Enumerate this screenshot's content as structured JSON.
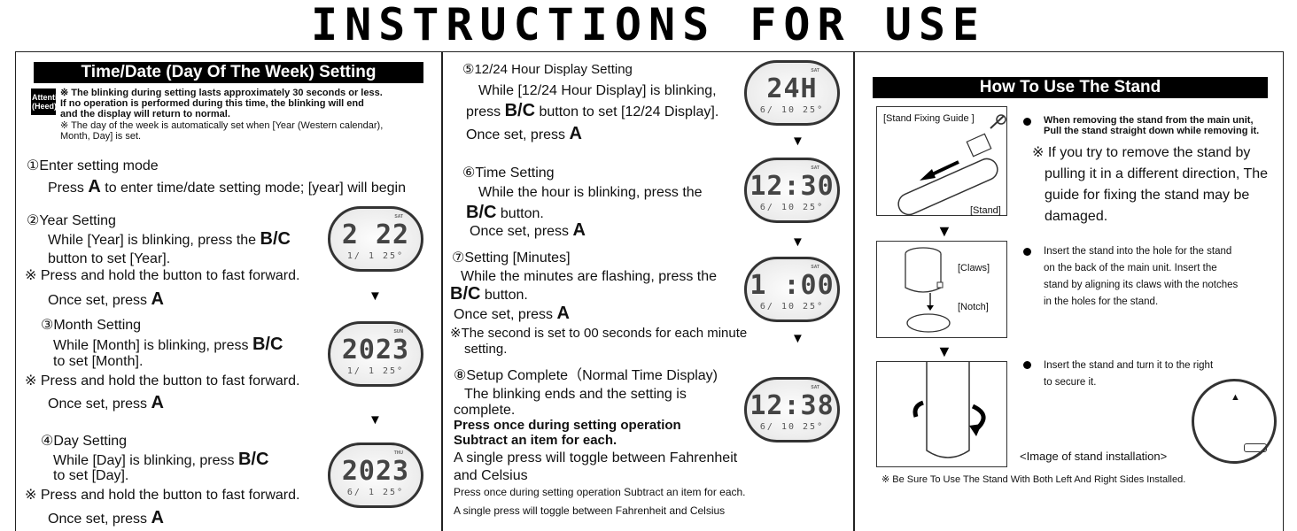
{
  "title": "INSTRUCTIONS FOR USE",
  "left": {
    "heading": "Time/Date (Day Of The Week) Setting",
    "attention_badge": "Attention (Heed)",
    "attention_line1": "※ The blinking during setting lasts approximately 30 seconds or less.",
    "attention_line2": "If no operation is performed during this time, the blinking will end",
    "attention_line3": "and the display will return to normal.",
    "attention_line4": "※ The day of the week is automatically set when [Year (Western calendar),",
    "attention_line5": "Month, Day] is set.",
    "s1_title": "①Enter setting mode",
    "s1_text_a": "Press",
    "s1_key": "A",
    "s1_text_b": "to enter time/date setting mode; [year] will begin",
    "s2_title": "②Year Setting",
    "s2_line1": "While [Year] is blinking, press the",
    "s2_key": "B/C",
    "s2_line2": "button to set [Year].",
    "s2_note": "※ Press and hold the button to fast forward.",
    "s2_once": "Once set, press",
    "s2_once_key": "A",
    "s3_title": "③Month Setting",
    "s3_line1": "While [Month] is blinking, press",
    "s3_key": "B/C",
    "s3_line2": "to set [Month].",
    "s3_note": "※ Press and hold the button to fast forward.",
    "s3_once": "Once set, press",
    "s3_once_key": "A",
    "s4_title": "④Day Setting",
    "s4_line1": "While [Day] is blinking, press",
    "s4_key": "B/C",
    "s4_line2": "to set [Day].",
    "s4_note": "※ Press and hold the button to fast forward.",
    "s4_once": "Once set, press",
    "s4_once_key": "A",
    "lcd1_big": "2 22",
    "lcd1_small": "1/ 1 25°",
    "lcd1_day": "SAT",
    "lcd2_big": "2023",
    "lcd2_small": "1/ 1 25°",
    "lcd2_day": "SUN",
    "lcd3_big": "2023",
    "lcd3_small": "6/ 1 25°",
    "lcd3_day": "THU"
  },
  "middle": {
    "s5_title": "⑤12/24 Hour Display Setting",
    "s5_line1": "While [12/24 Hour Display] is blinking,",
    "s5_line2a": "press",
    "s5_key": "B/C",
    "s5_line2b": "button to set [12/24 Display].",
    "s5_once": "Once set, press",
    "s5_once_key": "A",
    "s6_title": "⑥Time Setting",
    "s6_line1": "While the hour is blinking, press the",
    "s6_key": "B/C",
    "s6_line2": "button.",
    "s6_once": "Once set, press",
    "s6_once_key": "A",
    "s7_title": "⑦Setting [Minutes]",
    "s7_line1": "While the minutes are flashing, press the",
    "s7_key": "B/C",
    "s7_line2": "button.",
    "s7_once": "Once set, press",
    "s7_once_key": "A",
    "s7_note1": "※The second is set to 00 seconds for each minute",
    "s7_note2": "setting.",
    "s8_title": "⑧Setup Complete（Normal Time Display)",
    "s8_line1": "The blinking ends and the setting is",
    "s8_line2": "complete.",
    "s8_bold1": "Press once during setting operation",
    "s8_bold2": "Subtract an item for each.",
    "s8_line3": "A single press will toggle between Fahrenheit",
    "s8_line4": "and Celsius",
    "s8_small1": "Press once during setting operation Subtract an item for each.",
    "s8_small2": "A single press will toggle between Fahrenheit and Celsius",
    "lcd4_big": "24H",
    "lcd4_small": "6/ 10 25°",
    "lcd4_day": "SAT",
    "lcd5_big": "12:30",
    "lcd5_small": "6/ 10 25°",
    "lcd5_day": "SAT",
    "lcd6_big": "1 :00",
    "lcd6_small": "6/ 10 25°",
    "lcd6_day": "SAT",
    "lcd7_big": "12:38",
    "lcd7_small": "6/ 10 25°",
    "lcd7_day": "SAT"
  },
  "right": {
    "heading": "How To Use The Stand",
    "label_guide": "[Stand Fixing Guide ]",
    "label_stand": "[Stand]",
    "label_claws": "[Claws]",
    "label_notch": "[Notch]",
    "b1_bold1": "When removing the stand from the main unit,",
    "b1_bold2": "Pull the stand straight down while removing it.",
    "b1_note1": "※ If you try to remove the stand by",
    "b1_note2": "pulling it in a different direction, The",
    "b1_note3": "guide for fixing the stand may be",
    "b1_note4": "damaged.",
    "b2_line1": "Insert the stand into the hole for the stand",
    "b2_line2": "on the back of the main unit. Insert the",
    "b2_line3": "stand by aligning its claws with the notches",
    "b2_line4": "in the holes for the stand.",
    "b3_line1": "Insert the stand and turn it to the right",
    "b3_line2": "to secure it.",
    "image_caption": "<Image of stand installation>",
    "footer_note": "※  Be Sure To Use The Stand With Both Left And Right Sides Installed."
  }
}
